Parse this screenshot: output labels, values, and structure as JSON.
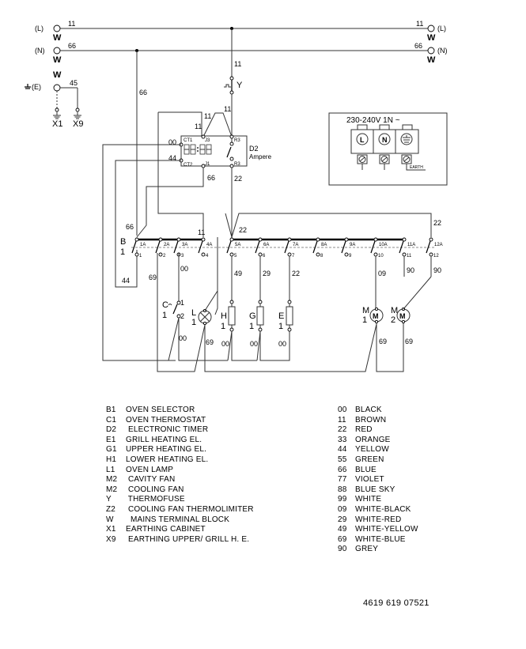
{
  "mains": {
    "line_label": "(L)",
    "neutral_label": "(N)",
    "earth_label": "(E)",
    "terminal_block_label": "W",
    "line_wire": "11",
    "neutral_wire": "66",
    "earth_wire": "45",
    "earth_points": [
      "X1",
      "X9"
    ]
  },
  "thermofuse": {
    "label": "Y",
    "wire_in": "11",
    "wire_out": "11"
  },
  "timer": {
    "label": "D2",
    "sublabel": "Ampere",
    "pins": {
      "ct1": "CT1",
      "ct2": "CT2",
      "j3": "J3",
      "j1": "J1",
      "r3_top": "R3",
      "r3_bottom": "R3"
    },
    "wires": {
      "ct1": "00",
      "ct2": "44",
      "j3": "11",
      "j1": "66",
      "r3": "22"
    }
  },
  "supply_box": {
    "rating": "230-240V  1N ~",
    "terminals": [
      "L",
      "N",
      "earth"
    ],
    "earth_label": "EARTH"
  },
  "selector": {
    "label": "B",
    "index": "1",
    "contacts_top": [
      "1A",
      "2A",
      "3A",
      "4A",
      "5A",
      "6A",
      "7A",
      "8A",
      "9A",
      "10A",
      "11A",
      "12A"
    ],
    "contacts_bottom": [
      "1",
      "2",
      "3",
      "4",
      "5",
      "6",
      "7",
      "8",
      "9",
      "10",
      "11",
      "12"
    ],
    "wires_top": {
      "feed_left": "66",
      "c4": "11",
      "c5": "22",
      "c12": "22"
    },
    "wires_bottom": [
      "44",
      "69",
      "00",
      "",
      "49",
      "29",
      "22",
      "",
      "",
      "09",
      "90",
      "90"
    ]
  },
  "components": {
    "thermostat": {
      "label": "C",
      "index": "1",
      "pin1": "1",
      "pin2": "2",
      "wire": "00"
    },
    "lamp": {
      "label": "L",
      "index": "1",
      "wire": "69"
    },
    "lower_heater": {
      "label": "H",
      "index": "1",
      "wire": "00"
    },
    "upper_heater": {
      "label": "G",
      "index": "1",
      "wire": "00"
    },
    "grill_heater": {
      "label": "E",
      "index": "1",
      "wire": "00"
    },
    "cavity_fan": {
      "label": "M",
      "index": "1",
      "symbol": "M",
      "wire": "69"
    },
    "cooling_fan": {
      "label": "M",
      "index": "2",
      "symbol": "M",
      "wire": "69"
    }
  },
  "legend_components": [
    {
      "code": "B1",
      "desc": "OVEN SELECTOR"
    },
    {
      "code": "C1",
      "desc": "OVEN THERMOSTAT"
    },
    {
      "code": "D2",
      "desc": " ELECTRONIC TIMER"
    },
    {
      "code": "E1",
      "desc": "GRILL HEATING EL."
    },
    {
      "code": "G1",
      "desc": "UPPER HEATING EL."
    },
    {
      "code": "H1",
      "desc": "LOWER HEATING EL."
    },
    {
      "code": "L1",
      "desc": "OVEN LAMP"
    },
    {
      "code": "M2",
      "desc": " CAVITY FAN"
    },
    {
      "code": "M2",
      "desc": " COOLING FAN"
    },
    {
      "code": "Y",
      "desc": " THERMOFUSE"
    },
    {
      "code": "Z2",
      "desc": " COOLING FAN THERMOLIMITER"
    },
    {
      "code": "W",
      "desc": "  MAINS TERMINAL BLOCK"
    },
    {
      "code": "X1",
      "desc": "EARTHING CABINET"
    },
    {
      "code": "X9",
      "desc": " EARTHING UPPER/ GRILL H. E."
    }
  ],
  "legend_colors": [
    {
      "code": "00",
      "desc": "BLACK"
    },
    {
      "code": "11",
      "desc": "BROWN"
    },
    {
      "code": "22",
      "desc": "RED"
    },
    {
      "code": "33",
      "desc": "ORANGE"
    },
    {
      "code": "44",
      "desc": "YELLOW"
    },
    {
      "code": "55",
      "desc": "GREEN"
    },
    {
      "code": "66",
      "desc": "BLUE"
    },
    {
      "code": "77",
      "desc": "VIOLET"
    },
    {
      "code": "88",
      "desc": "BLUE SKY"
    },
    {
      "code": "99",
      "desc": "WHITE"
    },
    {
      "code": "09",
      "desc": "WHITE-BLACK"
    },
    {
      "code": "29",
      "desc": "WHITE-RED"
    },
    {
      "code": "49",
      "desc": "WHITE-YELLOW"
    },
    {
      "code": "69",
      "desc": "WHITE-BLUE"
    },
    {
      "code": "90",
      "desc": "GREY"
    }
  ],
  "document_number": "4619  619  07521"
}
